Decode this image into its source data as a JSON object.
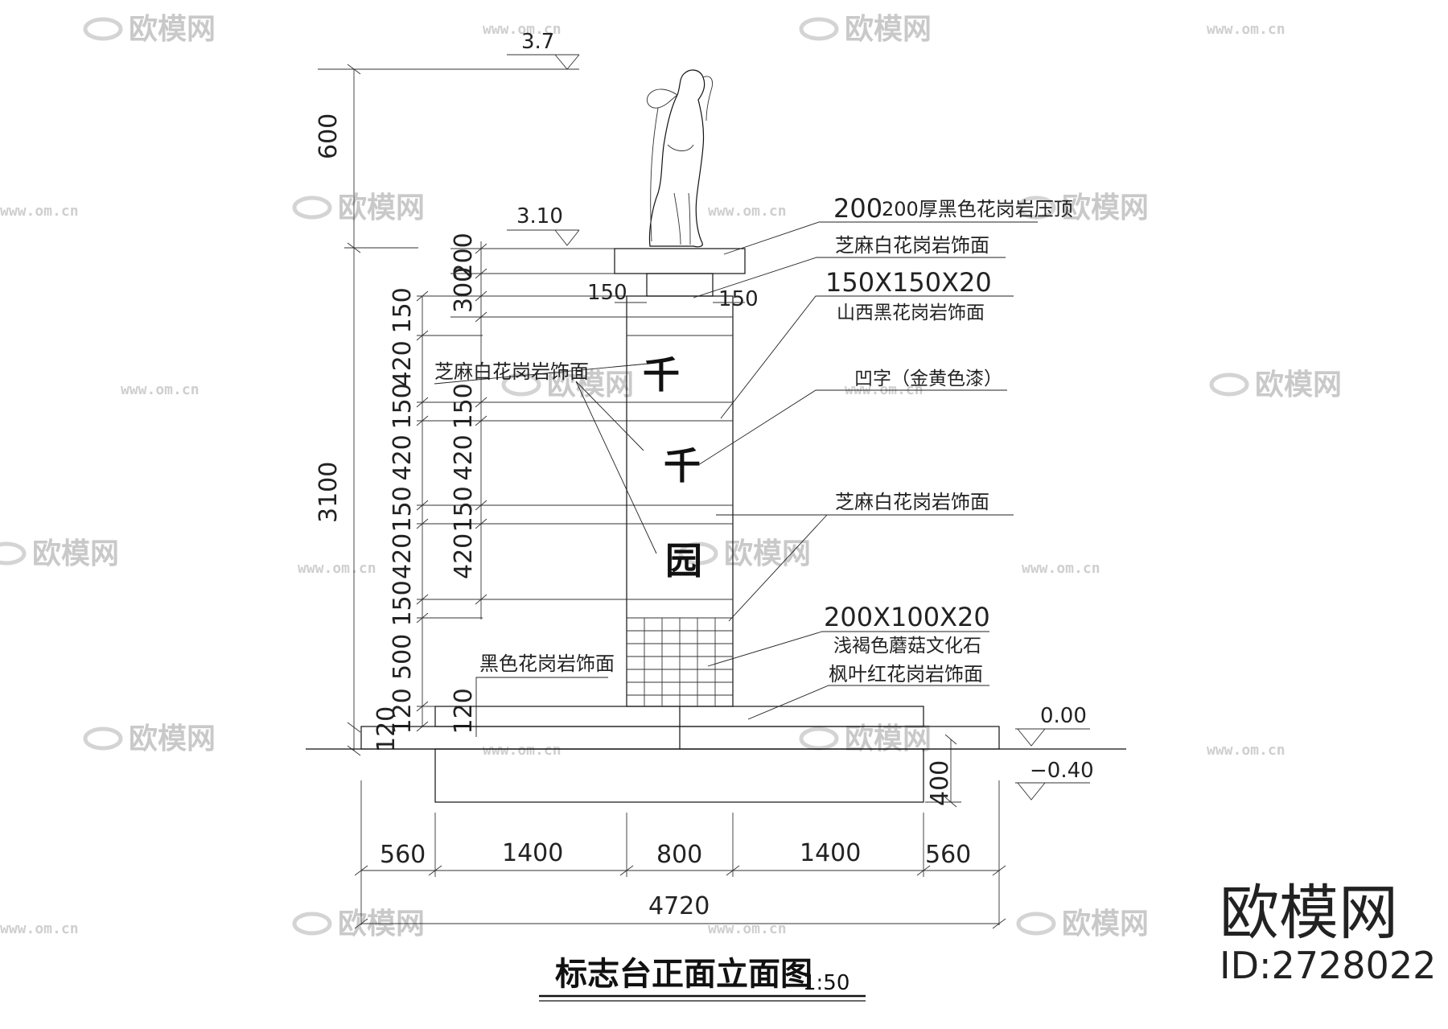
{
  "levels": {
    "top": "3.7",
    "base": "3.10",
    "ground": "0.00",
    "foundation": "−0.40"
  },
  "vertical_dims": {
    "overall_upper": "600",
    "overall_main": "3100",
    "overall_base": "120",
    "left_stack": [
      "150",
      "420",
      "150",
      "420",
      "150",
      "420",
      "150",
      "500",
      "120"
    ],
    "right_stack": [
      "200",
      "300",
      "150",
      "420",
      "150",
      "420",
      "120"
    ],
    "foundation": "400"
  },
  "horizontal_dims": {
    "segments": [
      "560",
      "1400",
      "800",
      "1400",
      "560"
    ],
    "total": "4720",
    "cap_overhang_left": "150",
    "cap_overhang_right": "150"
  },
  "annotations": {
    "cap": "200厚黑色花岗岩压顶",
    "upper_facing": "芝麻白花岗岩饰面",
    "tile_size": "150X150X20",
    "band_material": "山西黑花岗岩饰面",
    "left_facing": "芝麻白花岗岩饰面",
    "lettering": "凹字（金黄色漆）",
    "mid_facing": "芝麻白花岗岩饰面",
    "stone_size": "200X100X20",
    "stone_material": "浅褐色蘑菇文化石",
    "plinth": "枫叶红花岗岩饰面",
    "base_left": "黑色花岗岩饰面"
  },
  "characters": [
    "千",
    "千",
    "园"
  ],
  "title": {
    "text": "标志台正面立面图",
    "scale": "1:50"
  },
  "watermark": {
    "brand": "欧模网",
    "url": "www.om.cn",
    "id": "ID:2728022"
  }
}
